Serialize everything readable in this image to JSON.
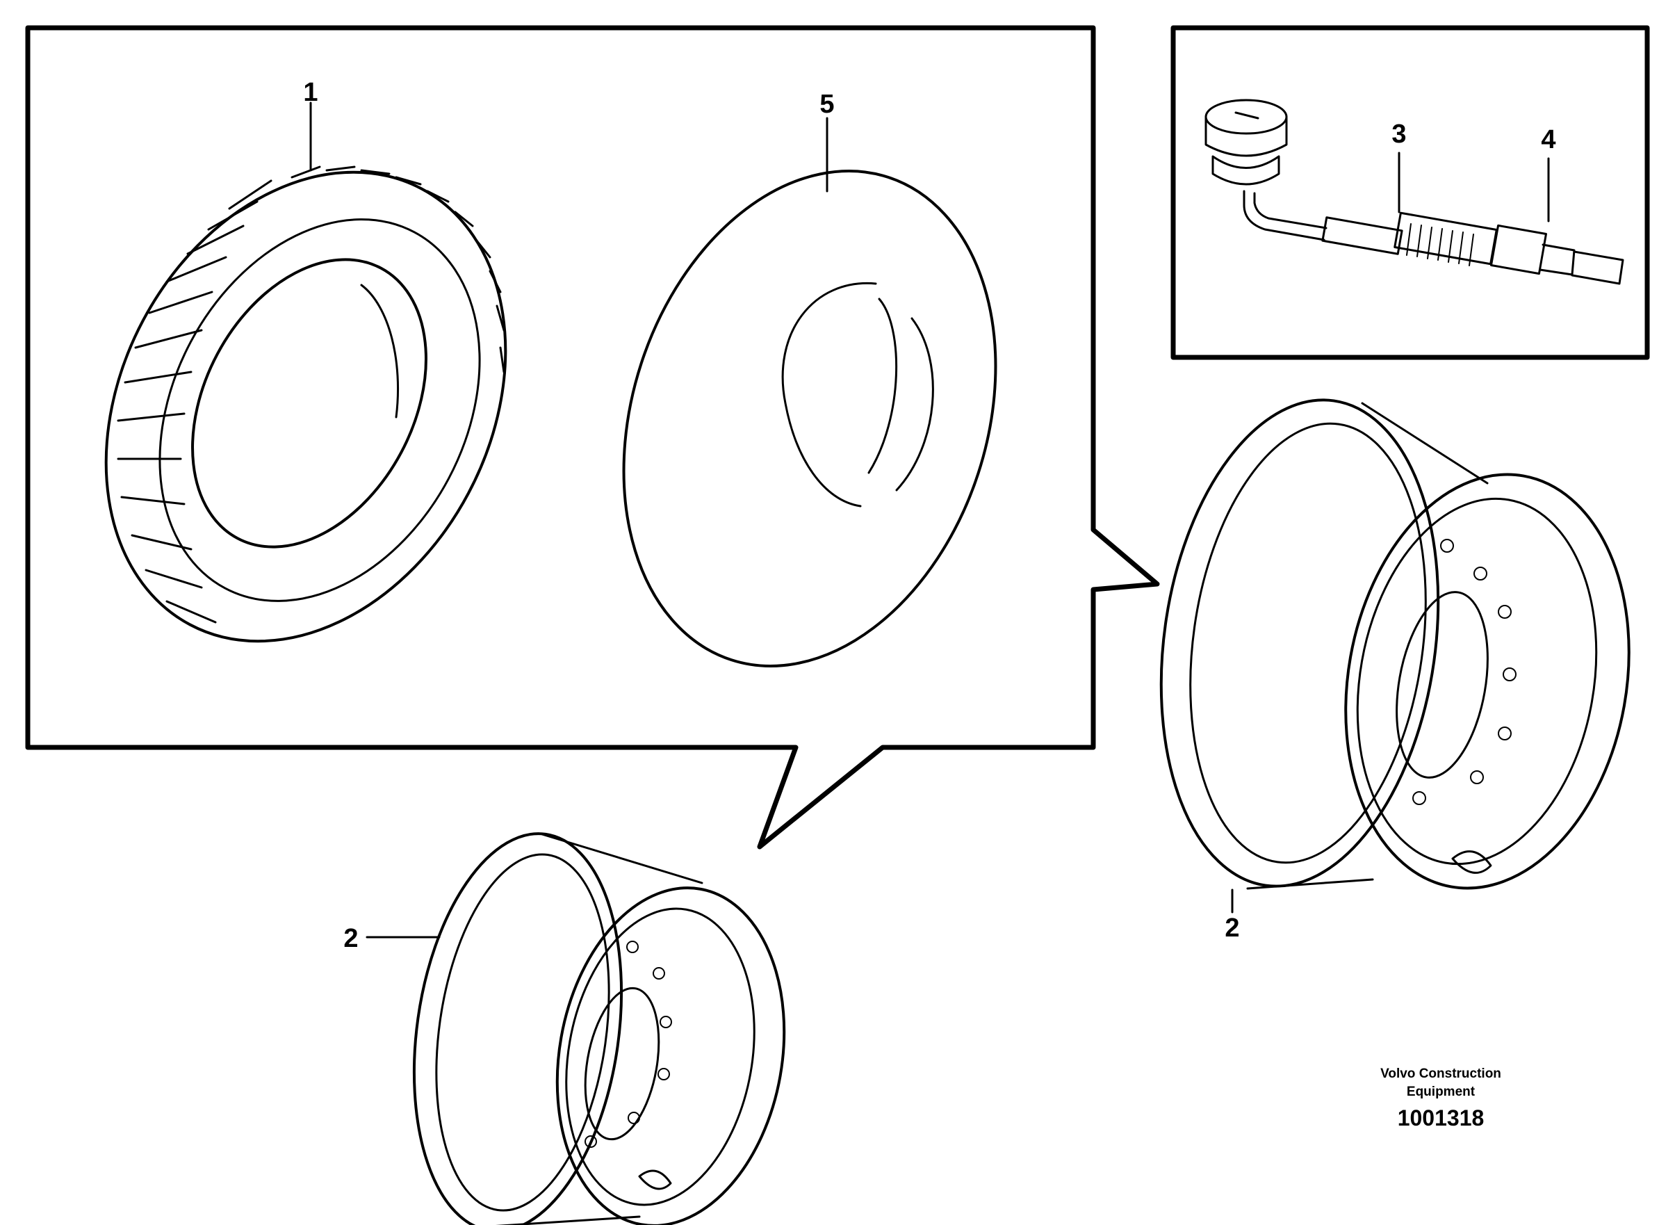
{
  "callouts": {
    "tire": "1",
    "rim_lower": "2",
    "rim_right": "2",
    "valve_stem": "3",
    "valve_cap": "4",
    "tube": "5"
  },
  "footer": {
    "company_line1": "Volvo Construction",
    "company_line2": "Equipment",
    "drawing_number": "1001318"
  }
}
